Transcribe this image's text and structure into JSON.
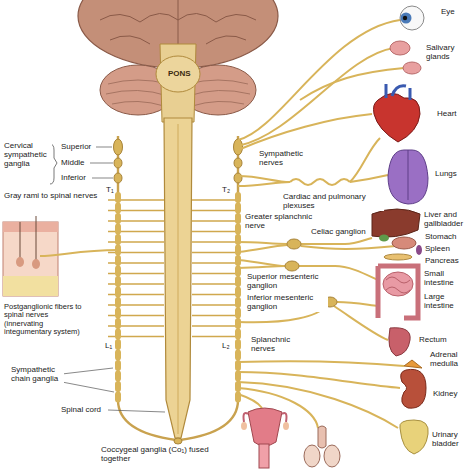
{
  "diagram": {
    "labels": [
      "Eye",
      "PONS",
      "Salivary glands",
      "Heart",
      "Cervical sympathetic ganglia",
      "Superior",
      "Middle",
      "Inferior",
      "Sympathetic nerves",
      "Gray rami to spinal nerves",
      "T₁",
      "T₂",
      "Cardiac and pulmonary plexuses",
      "Lungs",
      "Greater splanchnic nerve",
      "Celiac ganglion",
      "Liver and gallbladder",
      "Stomach",
      "Spleen",
      "Pancreas",
      "Superior mesenteric ganglion",
      "Small intestine",
      "Inferior mesenteric ganglion",
      "Large intestine",
      "Postganglionic fibers to spinal nerves (innervating integumentary system)",
      "Splanchnic nerves",
      "Rectum",
      "L₁",
      "L₂",
      "Adrenal medulla",
      "Sympathetic chain ganglia",
      "Kidney",
      "Spinal cord",
      "Urinary bladder",
      "Coccygeal ganglia (Co₁) fused together"
    ]
  }
}
